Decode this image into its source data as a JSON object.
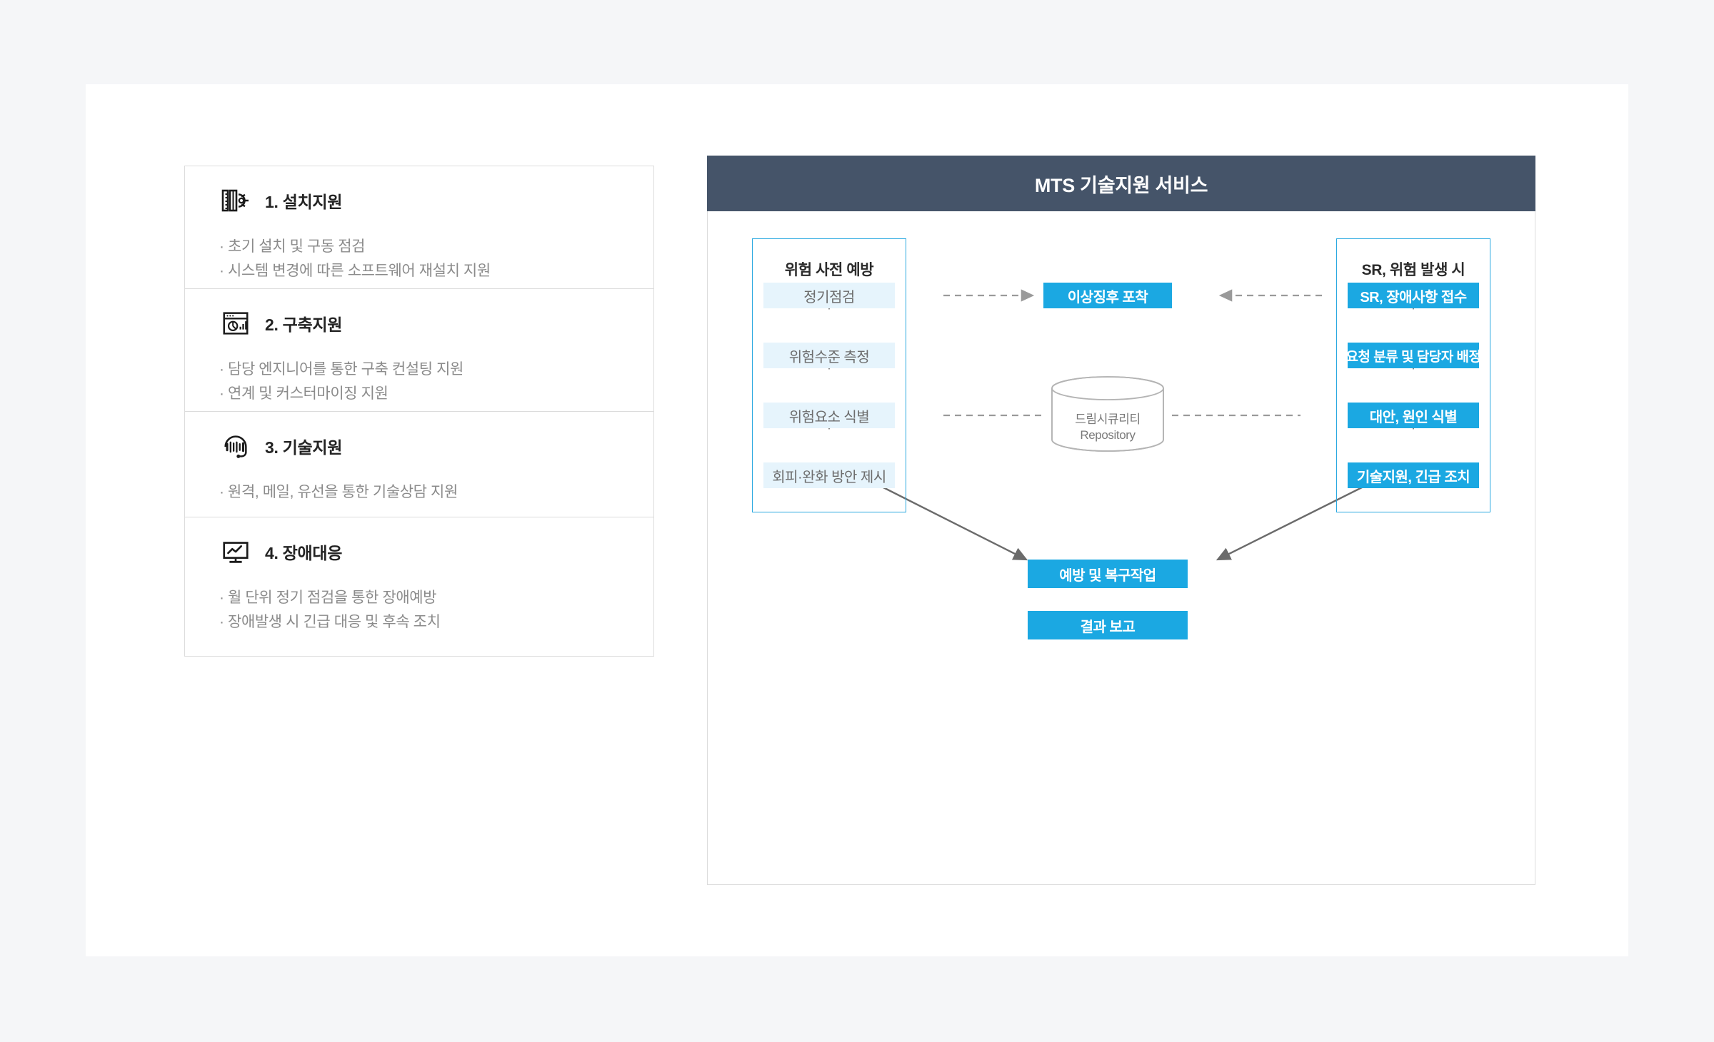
{
  "theme": {
    "page_background": "#f5f6f8",
    "canvas_background": "#ffffff",
    "header_dark": "#455469",
    "accent_blue": "#1ba8e2",
    "light_blue": "#e6f4fc",
    "border_grey": "#dcdcdc",
    "muted_text": "#8b8b8b"
  },
  "cards": [
    {
      "icon": "ruler-gear-icon",
      "title": "1. 설치지원",
      "lines": [
        "· 초기 설치 및 구동 점검",
        "· 시스템 변경에 따른 소프트웨어 재설치 지원"
      ]
    },
    {
      "icon": "browser-chart-icon",
      "title": "2. 구축지원",
      "lines": [
        "· 담당 엔지니어를 통한 구축 컨설팅 지원",
        "· 연계 및 커스터마이징 지원"
      ]
    },
    {
      "icon": "headset-icon",
      "title": "3. 기술지원",
      "lines": [
        "· 원격, 메일, 유선을 통한 기술상담 지원"
      ]
    },
    {
      "icon": "monitor-chart-icon",
      "title": "4. 장애대응",
      "lines": [
        "· 월 단위 정기 점검을 통한 장애예방",
        "· 장애발생 시 긴급 대응 및 후속 조치"
      ]
    }
  ],
  "diagram": {
    "header_title": "MTS 기술지원 서비스",
    "prevention_group": {
      "title": "위험 사전 예방",
      "steps": [
        "정기점검",
        "위험수준 측정",
        "위험요소 식별",
        "회피·완화 방안 제시"
      ]
    },
    "incident_group": {
      "title": "SR, 위험 발생 시",
      "steps": [
        "SR, 장애사항 접수",
        "요청 분류 및 담당자 배정",
        "대안, 원인 식별",
        "기술지원, 긴급 조치"
      ]
    },
    "center_box": "이상징후 포착",
    "repository": {
      "line1": "드림시큐리티",
      "line2": "Repository"
    },
    "outcome_boxes": [
      "예방 및 복구작업",
      "결과 보고"
    ]
  }
}
